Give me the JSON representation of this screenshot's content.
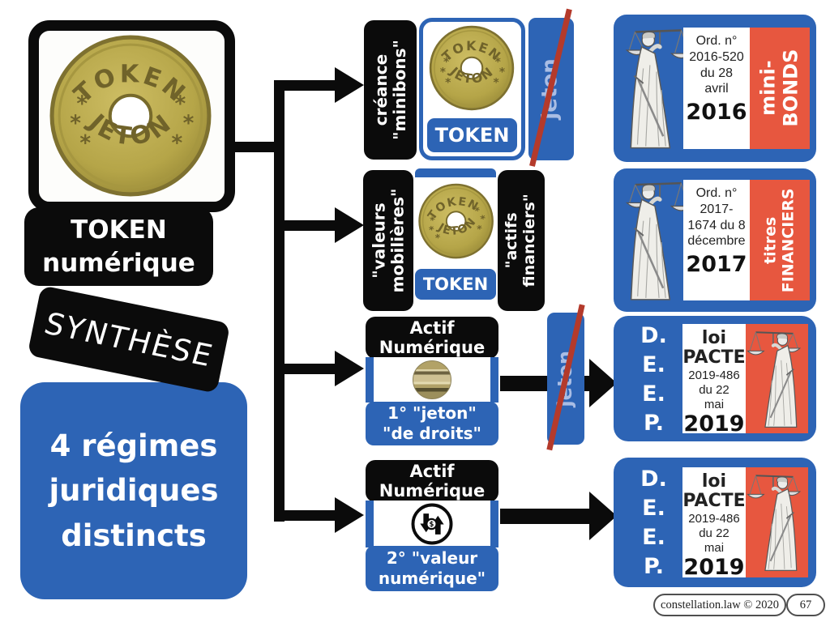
{
  "colors": {
    "blue": "#2d64b5",
    "red_panel": "#e7573f",
    "red_strike": "#b43a2b",
    "black": "#0b0b0b",
    "coin_brass": "#b5a548",
    "jeton_text": "#a9bde4"
  },
  "icons": {
    "lady_justice": "scales-of-justice-statue",
    "currency_exchange": "dollar-up-down-arrows-circle",
    "token_coin": "brass-token-photo",
    "coin_edge": "token-edge-on-photo"
  },
  "token_panel": {
    "coin_top": "TOKEN",
    "coin_bottom": "JETON",
    "title": "TOKEN\nnumérique",
    "stamp": "SYNTHÈSE",
    "summary": "4 régimes\njuridiques\ndistincts"
  },
  "branch1": {
    "tag": "créance\n\"minibons\"",
    "token_label": "TOKEN",
    "crossed": "jeton"
  },
  "branch2": {
    "tag_left": "\"valeurs\nmobilières\"",
    "token_label": "TOKEN",
    "tag_right": "\"actifs\nfinanciers\"",
    "crossed": "jeton"
  },
  "branch3": {
    "header": "Actif\nNumérique",
    "caption": "1° \"jeton\"\n\"de droits\""
  },
  "branch4": {
    "header": "Actif\nNumérique",
    "caption": "2° \"valeur\nnumérique\""
  },
  "card1": {
    "ref": "Ord. n°\n2016-520\ndu 28\navril",
    "year": "2016",
    "tag": "mini-\nBONDS"
  },
  "card2": {
    "ref": "Ord. n°\n2017-\n1674 du 8\ndécembre",
    "year": "2017",
    "tag": "titres\nFINANCIERS"
  },
  "card3": {
    "acronym": "D.\nE.\nE.\nP.",
    "law": "loi\nPACTE",
    "ref": "2019-486\ndu 22\nmai",
    "year": "2019"
  },
  "card4": {
    "acronym": "D.\nE.\nE.\nP.",
    "law": "loi\nPACTE",
    "ref": "2019-486\ndu 22\nmai",
    "year": "2019"
  },
  "footer": {
    "brand": "constellation.law © 2020",
    "page": "67"
  }
}
